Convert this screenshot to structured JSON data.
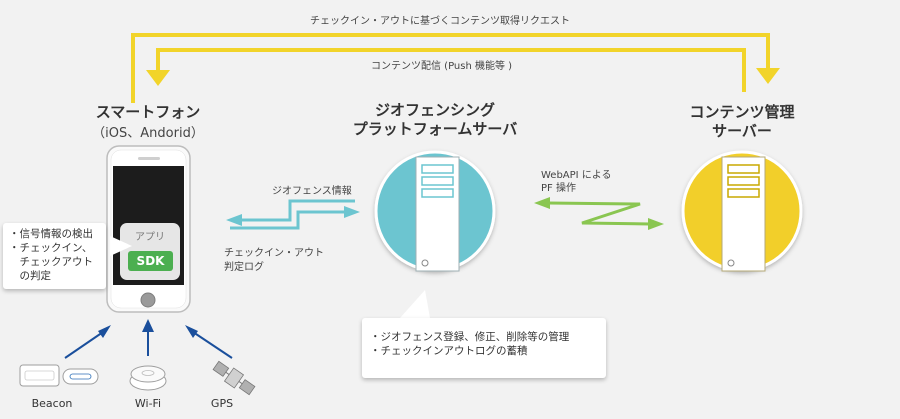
{
  "top_flow": {
    "request_label": "チェックイン・アウトに基づくコンテンツ取得リクエスト",
    "delivery_label": "コンテンツ配信 (Push 機能等 )"
  },
  "smartphone": {
    "title": "スマートフォン",
    "subtitle": "（iOS、Andorid）",
    "app_label": "アプリ",
    "sdk_label": "SDK"
  },
  "phone_note": {
    "line1": "・信号情報の検出",
    "line2": "・チェックイン、",
    "line3": "　チェックアウト",
    "line4": "　の判定"
  },
  "geofence_platform": {
    "title_line1": "ジオフェンシング",
    "title_line2": "プラットフォームサーバ"
  },
  "content_server": {
    "title_line1": "コンテンツ管理",
    "title_line2": "サーバー"
  },
  "exchange": {
    "geofence_info": "ジオフェンス情報",
    "checkin_log_line1": "チェックイン・アウト",
    "checkin_log_line2": "判定ログ",
    "webapi_line1": "WebAPI による",
    "webapi_line2": "PF 操作"
  },
  "platform_note": {
    "line1": "・ジオフェンス登録、修正、削除等の管理",
    "line2": "・チェックインアウトログの蓄積"
  },
  "signals": {
    "beacon": "Beacon",
    "wifi": "Wi-Fi",
    "gps": "GPS"
  },
  "colors": {
    "background": "#f2f2f2",
    "yellow_arrow": "#f2d42a",
    "platform_circle": "#6cc5d0",
    "content_circle": "#f2cf2a",
    "cyan_arrow": "#6cc5d0",
    "green_arrow": "#8ac651",
    "blue_arrow": "#1a4f9c",
    "sdk_green": "#4caf50"
  }
}
